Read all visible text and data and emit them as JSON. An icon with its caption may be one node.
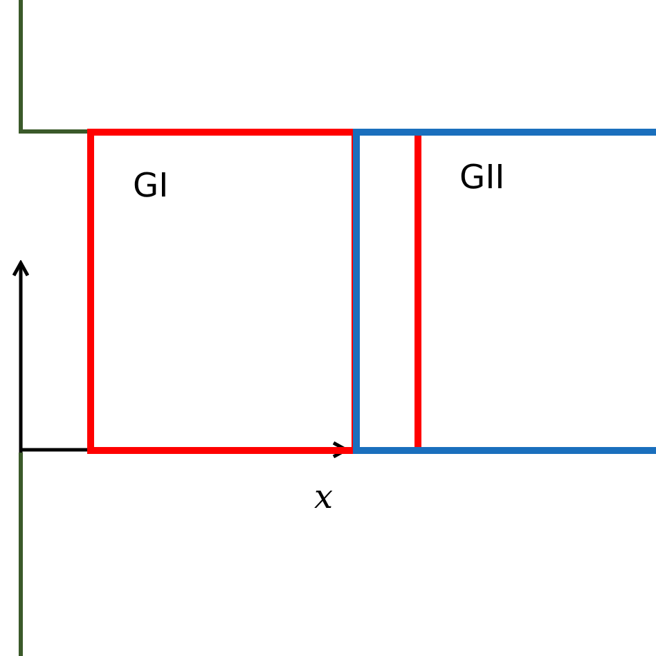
{
  "diagram": {
    "nodes": [
      {
        "text": [
          "GI"
        ]
      },
      {
        "text": [
          "GII"
        ]
      }
    ],
    "labels": [
      "x"
    ]
  }
}
